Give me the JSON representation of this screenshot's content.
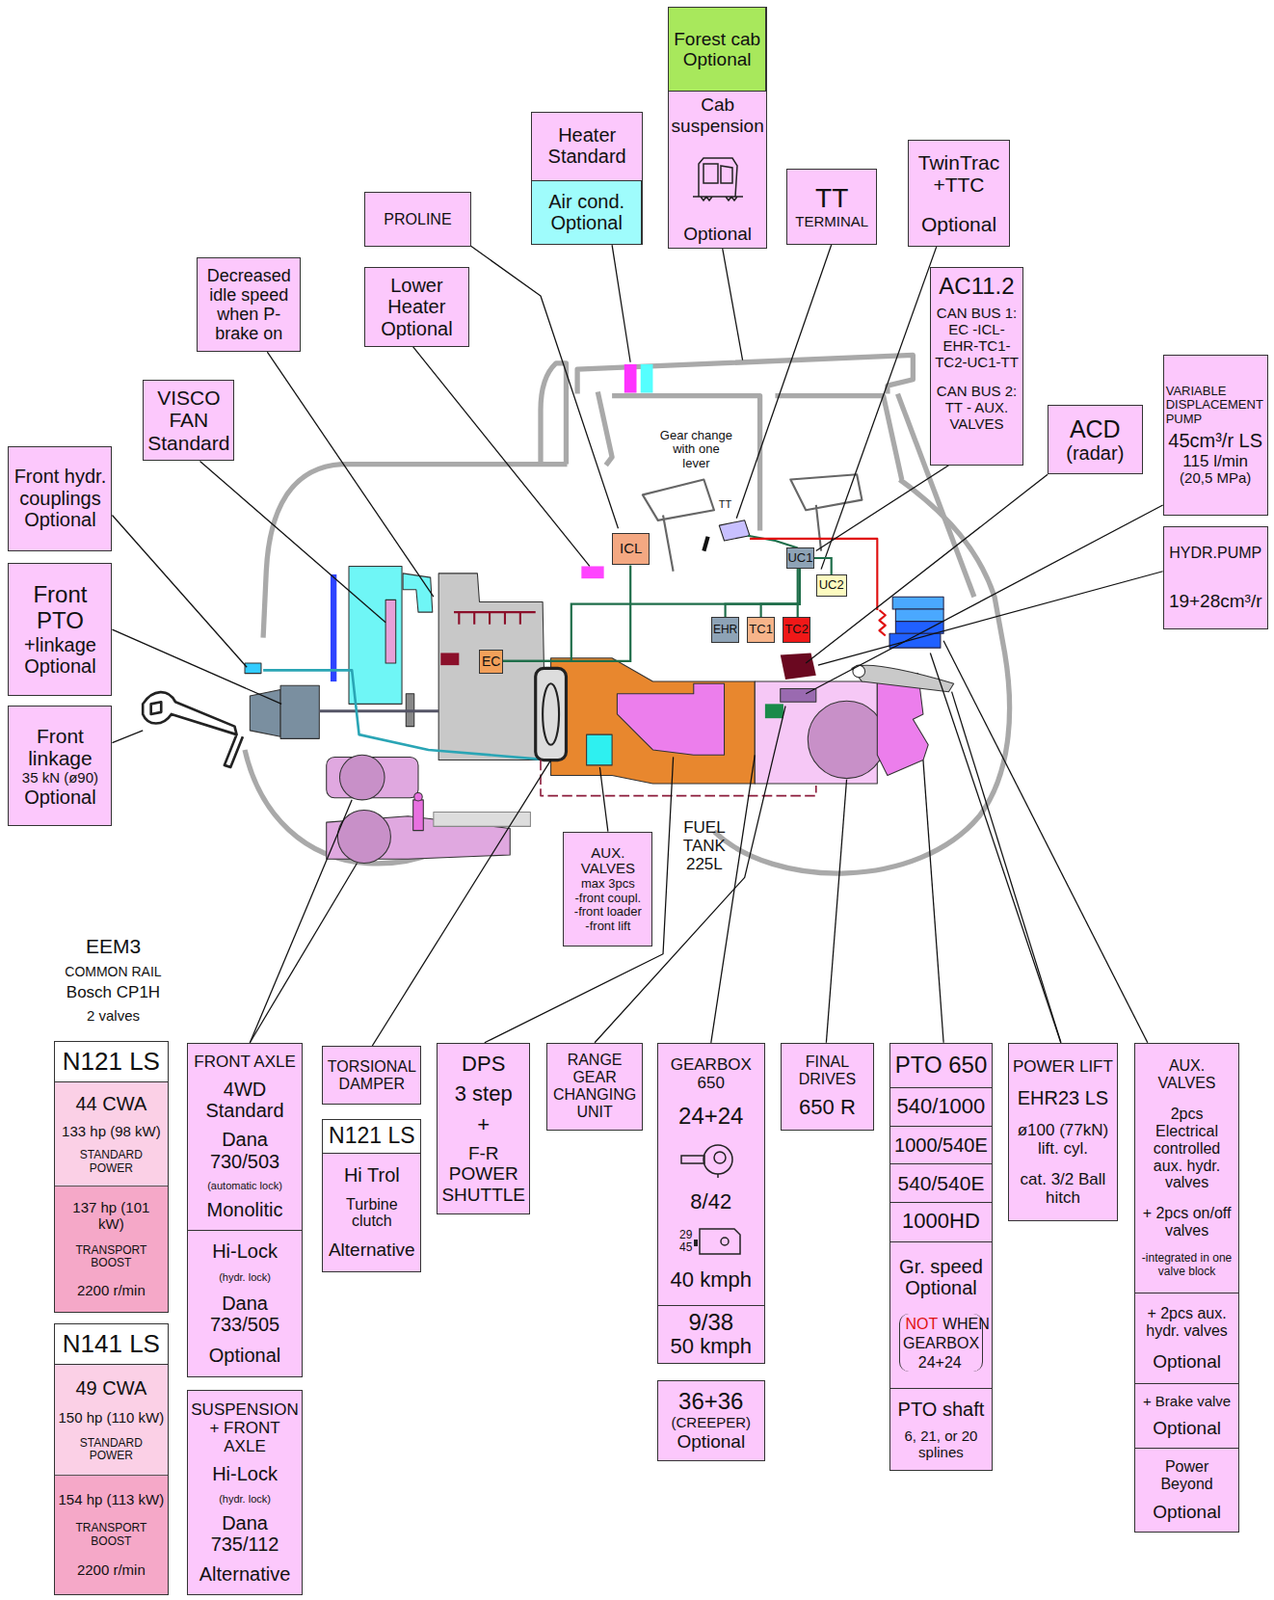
{
  "diagram": {
    "nodes": [
      {
        "text": [
          "Heater Standard"
        ]
      },
      {
        "text": [
          "Air cond. Optional"
        ],
        "in": 0
      },
      {
        "text": [
          "Cab suspension",
          "Optional"
        ]
      },
      {
        "text": [
          "Forest cab Optional"
        ],
        "in": 2
      },
      {
        "text": [
          "PROLINE"
        ]
      },
      {
        "text": [
          "Lower Heater Optional"
        ]
      },
      {
        "text": [
          "Decreased idle speed when P-brake on"
        ]
      },
      {
        "text": [
          "TT",
          "TERMINAL"
        ]
      },
      {
        "text": [
          "TwinTrac +TTC",
          "Optional"
        ]
      },
      {
        "text": [
          "AC11.2",
          "CAN BUS 1: EC -ICL- EHR-TC1- TC2-UC1-TT",
          "CAN BUS 2: TT - AUX. VALVES"
        ]
      },
      {
        "text": [
          "VISCO FAN Standard"
        ]
      },
      {
        "text": [
          "ACD",
          "(radar)"
        ]
      },
      {
        "text": [
          "VARIABLE DISPLACEMENT PUMP",
          "45cm³/r LS",
          "115 l/min",
          "(20,5 MPa)"
        ]
      },
      {
        "text": [
          "Front hydr. couplings",
          "Optional"
        ]
      },
      {
        "text": [
          "HYDR.PUMP",
          "19+28cm³/r"
        ]
      },
      {
        "text": [
          "Front PTO",
          "+linkage",
          "Optional"
        ]
      },
      {
        "text": [
          "ICL"
        ]
      },
      {
        "text": [
          "UC1"
        ]
      },
      {
        "text": [
          "UC2"
        ]
      },
      {
        "text": [
          "EC"
        ]
      },
      {
        "text": [
          "EHR"
        ]
      },
      {
        "text": [
          "TC1"
        ]
      },
      {
        "text": [
          "TC2"
        ]
      },
      {
        "text": [
          "Front linkage",
          "35 kN (ø90)",
          "Optional"
        ]
      },
      {
        "text": [
          "AUX. VALVES",
          "max 3pcs",
          "-front coupl.",
          "-front loader",
          "-front lift"
        ]
      },
      {
        "text": [
          "N121 LS",
          "44 CWA",
          "133 hp (98 kW)",
          "STANDARD POWER",
          "137 hp (101 kW)",
          "TRANSPORT BOOST",
          "2200 r/min"
        ]
      },
      {
        "text": [
          "FRONT AXLE",
          "4WD Standard",
          "Dana 730/503",
          "(automatic lock)",
          "Monolitic",
          "Hi-Lock",
          "(hydr. lock)",
          "Dana 733/505",
          "Optional"
        ]
      },
      {
        "text": [
          "TORSIONAL DAMPER"
        ]
      },
      {
        "text": [
          "N121 LS",
          "Hi Trol",
          "Turbine clutch",
          "Alternative"
        ]
      },
      {
        "text": [
          "DPS",
          "3 step",
          "+",
          "F-R POWER SHUTTLE"
        ]
      },
      {
        "text": [
          "RANGE GEAR CHANGING UNIT"
        ]
      },
      {
        "text": [
          "GEARBOX 650",
          "24+24",
          "8/42",
          "29 45",
          "40 kmph",
          "9/38",
          "50 kmph"
        ]
      },
      {
        "text": [
          "FINAL DRIVES",
          "650 R"
        ]
      },
      {
        "text": [
          "PTO 650",
          "540/1000",
          "1000/540E",
          "540/540E",
          "1000HD",
          "Gr. speed Optional",
          "NOT",
          "WHEN GEARBOX 24+24",
          "PTO shaft",
          "6, 21, or 20 splines"
        ]
      },
      {
        "text": [
          "POWER LIFT",
          "EHR23 LS",
          "ø100 (77kN) lift. cyl.",
          "cat. 3/2 Ball hitch"
        ]
      },
      {
        "text": [
          "AUX. VALVES",
          "2pcs Electrical controlled aux. hydr. valves",
          "+ 2pcs on/off valves",
          "-integrated in one valve block",
          "+ 2pcs aux. hydr. valves",
          "Optional",
          "+ Brake valve",
          "Optional",
          "Power Beyond",
          "Optional"
        ]
      },
      {
        "text": [
          "36+36",
          "(CREEPER)",
          "Optional"
        ]
      },
      {
        "text": [
          "N141 LS",
          "49 CWA",
          "150 hp (110 kW)",
          "STANDARD POWER",
          "154 hp (113 kW)",
          "TRANSPORT BOOST",
          "2200 r/min"
        ]
      },
      {
        "text": [
          "SUSPENSION + FRONT AXLE",
          "Hi-Lock",
          "(hydr. lock)",
          "Dana 735/112",
          "Alternative"
        ]
      }
    ],
    "edges": [
      {
        "from": 19,
        "to": 16,
        "arrow": "none"
      },
      {
        "from": 19,
        "to": 17,
        "arrow": "none"
      },
      {
        "from": 17,
        "to": 18,
        "arrow": "none"
      },
      {
        "from": 17,
        "to": 20,
        "arrow": "none"
      },
      {
        "from": 17,
        "to": 21,
        "arrow": "none"
      },
      {
        "from": 17,
        "to": 22,
        "arrow": "none"
      }
    ],
    "labels": [
      "Gear change with one lever",
      "TT",
      "FUEL TANK 225L",
      "EEM3",
      "COMMON RAIL",
      "Bosch CP1H",
      "2 valves"
    ]
  }
}
